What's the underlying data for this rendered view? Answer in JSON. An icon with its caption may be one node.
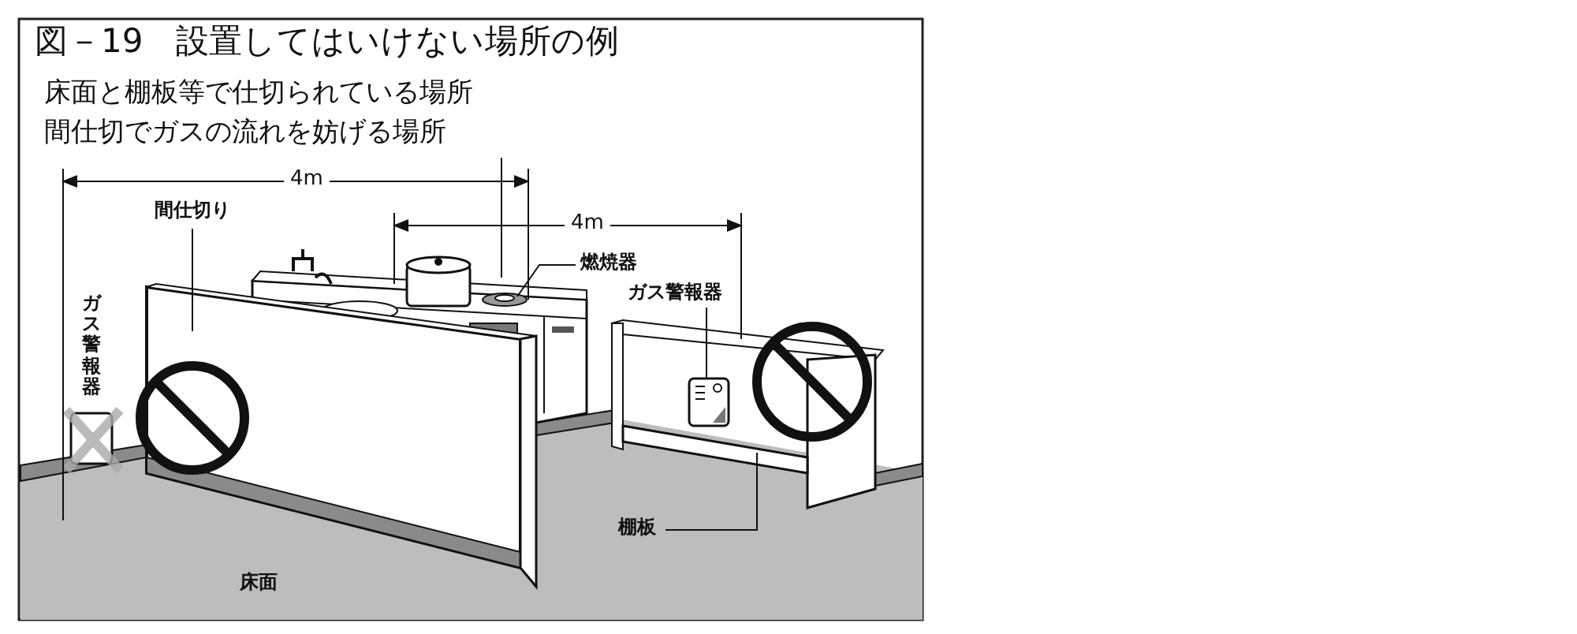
{
  "diagram": {
    "title": "図－19　設置してはいけない場所の例",
    "nodes": [
      {
        "text": [
          "間仕切り"
        ]
      },
      {
        "text": [],
        "shape": "picture"
      },
      {
        "text": [
          "燃焼器"
        ]
      },
      {
        "text": [],
        "shape": "circle"
      },
      {
        "text": [
          "ガス警報器"
        ]
      },
      {
        "text": [],
        "shape": "picture"
      },
      {
        "text": [
          "棚板"
        ]
      },
      {
        "text": [],
        "shape": "bar"
      }
    ],
    "edges": [
      {
        "from": 0,
        "to": 1,
        "arrow": "none"
      },
      {
        "from": 2,
        "to": 3,
        "arrow": "none"
      },
      {
        "from": 4,
        "to": 5,
        "arrow": "none"
      },
      {
        "from": 6,
        "to": 7,
        "arrow": "none"
      }
    ],
    "labels": [
      "床面と棚板等で仕切られている場所",
      "間仕切でガスの流れを妨げる場所",
      "4m",
      "4m",
      "ガス警報器",
      "床面"
    ]
  }
}
